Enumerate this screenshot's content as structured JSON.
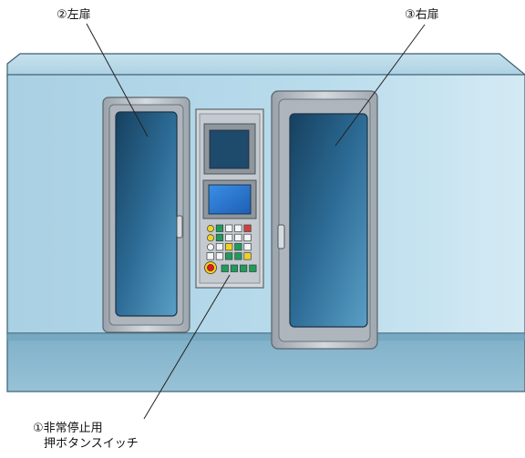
{
  "labels": {
    "left_door": "②左扉",
    "right_door": "③右扉",
    "estop_line1": "①非常停止用",
    "estop_line2": "押ボタンスイッチ"
  },
  "colors": {
    "body_light": "#cde3ef",
    "body_mid": "#9fcbe0",
    "door_frame": "#b9bfc6",
    "window_dark": "#1d4b6e",
    "window_light": "#4f8db5",
    "panel": "#c7ccd1",
    "screen_blue": "#2f7fd6",
    "estop_red": "#d81e1e",
    "estop_yellow": "#f2d21b",
    "key_green": "#1f9b5a",
    "key_red": "#d43c3c",
    "key_yellow": "#f0d224"
  }
}
